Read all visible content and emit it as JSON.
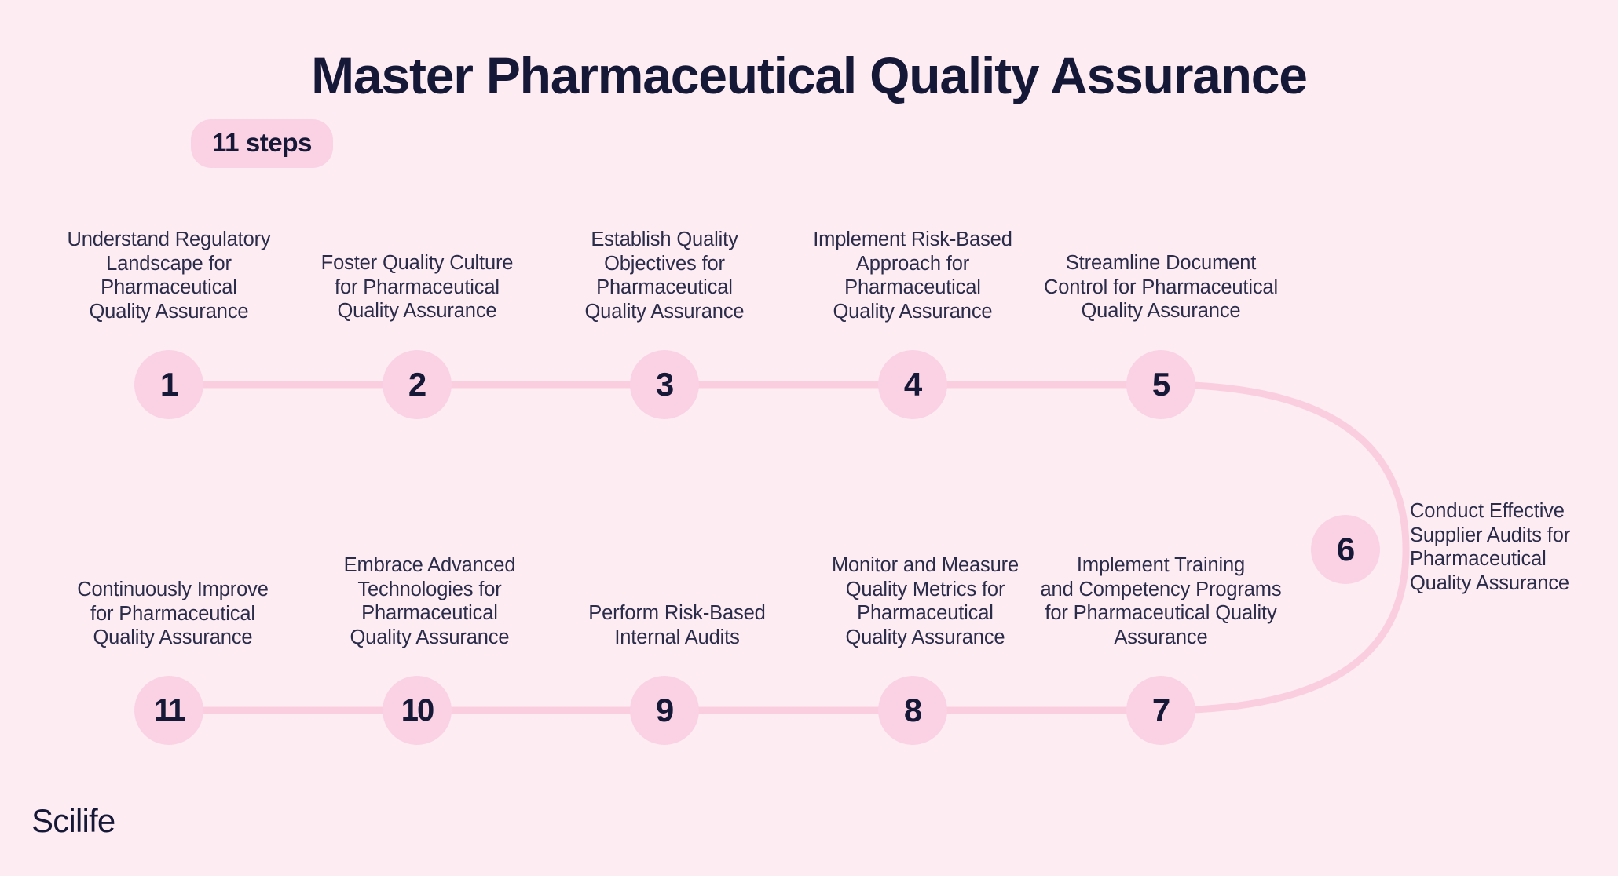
{
  "header": {
    "title": "Master Pharmaceutical Quality Assurance",
    "badge": "11 steps"
  },
  "brand": {
    "logo": "Scilife"
  },
  "colors": {
    "background": "#FDEDF3",
    "node_fill": "#FBD2E3",
    "connector": "#FBCEDF",
    "text_dark": "#151837",
    "label_text": "#2B2B4A",
    "badge_fill": "#FBD2E3"
  },
  "steps": [
    {
      "number": "1",
      "label": "Understand Regulatory\nLandscape for\nPharmaceutical\nQuality Assurance"
    },
    {
      "number": "2",
      "label": "Foster Quality Culture\nfor Pharmaceutical\nQuality Assurance"
    },
    {
      "number": "3",
      "label": "Establish Quality\nObjectives for\nPharmaceutical\nQuality Assurance"
    },
    {
      "number": "4",
      "label": "Implement Risk-Based\nApproach for\nPharmaceutical\nQuality Assurance"
    },
    {
      "number": "5",
      "label": "Streamline Document\nControl for Pharmaceutical\nQuality Assurance"
    },
    {
      "number": "6",
      "label": "Conduct Effective\nSupplier Audits for\nPharmaceutical\nQuality Assurance"
    },
    {
      "number": "7",
      "label": "Implement Training\nand Competency Programs\nfor Pharmaceutical Quality\nAssurance"
    },
    {
      "number": "8",
      "label": "Monitor and Measure\nQuality Metrics for\nPharmaceutical\nQuality Assurance"
    },
    {
      "number": "9",
      "label": "Perform Risk-Based\nInternal Audits"
    },
    {
      "number": "10",
      "label": "Embrace Advanced\nTechnologies for\nPharmaceutical\nQuality Assurance"
    },
    {
      "number": "11",
      "label": "Continuously Improve\nfor Pharmaceutical\nQuality Assurance"
    }
  ]
}
